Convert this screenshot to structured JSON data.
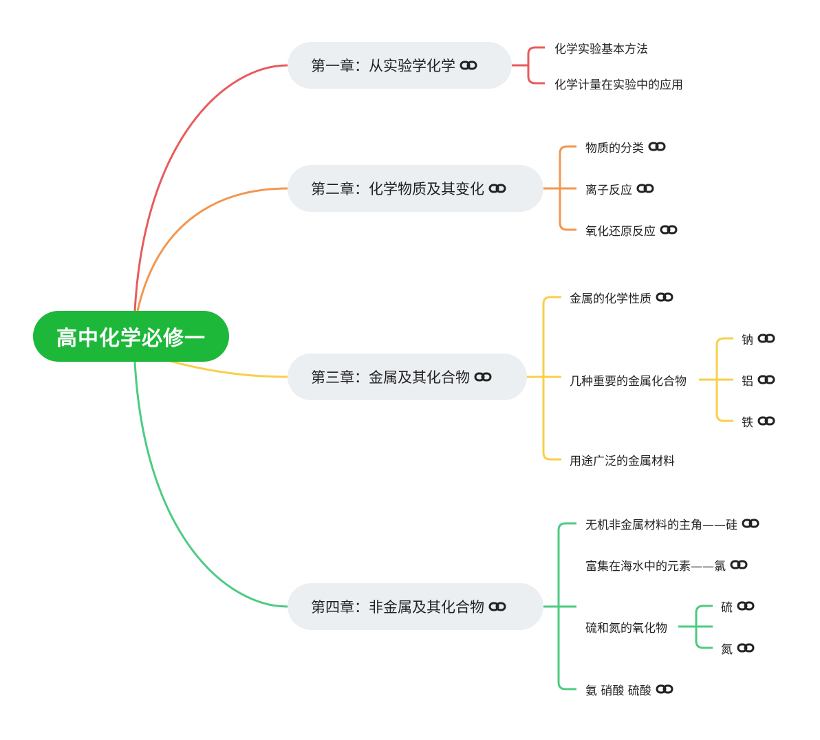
{
  "root": {
    "label": "高中化学必修一",
    "color": "#1db83a"
  },
  "chapters": [
    {
      "label": "第一章：从实验学化学",
      "color": "#e85b5b",
      "has_link": true,
      "topics": [
        {
          "label": "化学实验基本方法",
          "has_link": false
        },
        {
          "label": "化学计量在实验中的应用",
          "has_link": false
        }
      ]
    },
    {
      "label": "第二章：化学物质及其变化",
      "color": "#f3964f",
      "has_link": true,
      "topics": [
        {
          "label": "物质的分类",
          "has_link": true
        },
        {
          "label": "离子反应",
          "has_link": true
        },
        {
          "label": "氧化还原反应",
          "has_link": true
        }
      ]
    },
    {
      "label": "第三章：金属及其化合物",
      "color": "#f7d04a",
      "has_link": true,
      "topics": [
        {
          "label": "金属的化学性质",
          "has_link": true
        },
        {
          "label": "几种重要的金属化合物",
          "has_link": false,
          "children": [
            {
              "label": "钠",
              "has_link": true
            },
            {
              "label": "铝",
              "has_link": true
            },
            {
              "label": "铁",
              "has_link": true
            }
          ]
        },
        {
          "label": "用途广泛的金属材料",
          "has_link": false
        }
      ]
    },
    {
      "label": "第四章：非金属及其化合物",
      "color": "#4ccb82",
      "has_link": true,
      "topics": [
        {
          "label": "无机非金属材料的主角——硅",
          "has_link": true
        },
        {
          "label": "富集在海水中的元素——氯",
          "has_link": true
        },
        {
          "label": "硫和氮的氧化物",
          "has_link": false,
          "children": [
            {
              "label": "硫",
              "has_link": true
            },
            {
              "label": "氮",
              "has_link": true
            }
          ]
        },
        {
          "label": "氨 硝酸 硫酸",
          "has_link": true
        }
      ]
    }
  ],
  "icons": {
    "link": "link-icon"
  }
}
